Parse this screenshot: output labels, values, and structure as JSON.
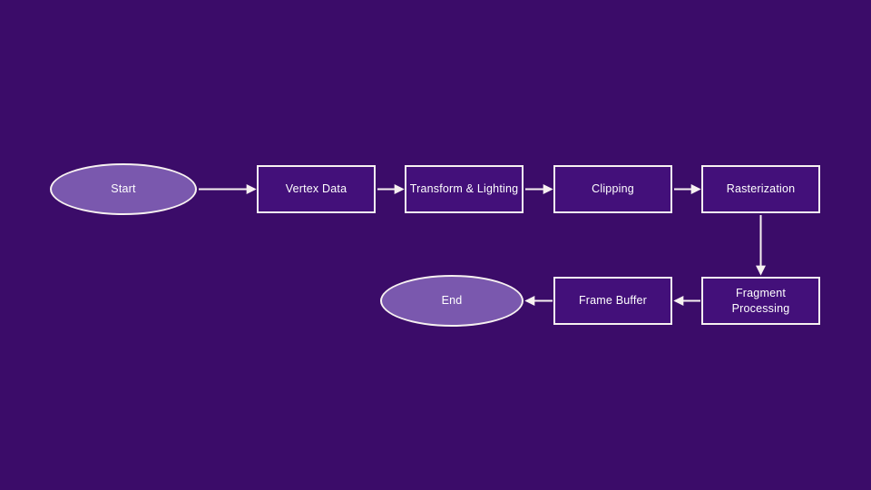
{
  "diagram": {
    "type": "flowchart",
    "title": "",
    "nodes": {
      "start": {
        "label": "Start",
        "shape": "ellipse"
      },
      "vertex_data": {
        "label": "Vertex Data",
        "shape": "rect"
      },
      "transform_lighting": {
        "label": "Transform & Lighting",
        "shape": "rect"
      },
      "clipping": {
        "label": "Clipping",
        "shape": "rect"
      },
      "rasterization": {
        "label": "Rasterization",
        "shape": "rect"
      },
      "fragment_processing": {
        "label": "Fragment Processing",
        "shape": "rect"
      },
      "frame_buffer": {
        "label": "Frame Buffer",
        "shape": "rect"
      },
      "end": {
        "label": "End",
        "shape": "ellipse"
      }
    },
    "edges": [
      {
        "from": "start",
        "to": "vertex_data",
        "direction": "right"
      },
      {
        "from": "vertex_data",
        "to": "transform_lighting",
        "direction": "right"
      },
      {
        "from": "transform_lighting",
        "to": "clipping",
        "direction": "right"
      },
      {
        "from": "clipping",
        "to": "rasterization",
        "direction": "right"
      },
      {
        "from": "rasterization",
        "to": "fragment_processing",
        "direction": "down"
      },
      {
        "from": "fragment_processing",
        "to": "frame_buffer",
        "direction": "left"
      },
      {
        "from": "frame_buffer",
        "to": "end",
        "direction": "left"
      }
    ],
    "colors": {
      "background": "#3b0c69",
      "node_fill": "#43107a",
      "ellipse_fill": "#7a58ae",
      "stroke": "#f7f1f1",
      "text": "#ffffff"
    }
  }
}
